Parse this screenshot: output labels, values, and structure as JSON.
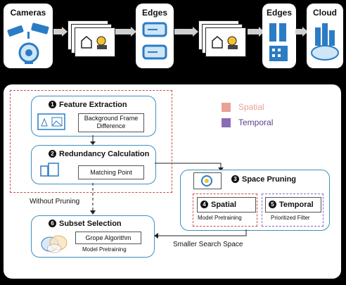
{
  "top": {
    "cameras": "Cameras",
    "frames_left_caption": "",
    "edges_1": "Edges",
    "arrow_label_1": "",
    "frames_right_caption": "",
    "edges_2": "Edges",
    "cloud": "Cloud"
  },
  "legend": {
    "spatial": "Spatial",
    "temporal": "Temporal",
    "spatial_color": "#e8a195",
    "temporal_color": "#8a6bb5"
  },
  "modules": {
    "feature_extraction": {
      "num": "1",
      "title": "Feature Extraction",
      "inner": "Background Frame Difference"
    },
    "redundancy_calculation": {
      "num": "2",
      "title": "Redundancy Calculation",
      "inner": "Matching Point"
    },
    "space_pruning": {
      "num": "3",
      "title": "Space Pruning"
    },
    "spatial": {
      "num": "4",
      "title": "Spatial",
      "caption": "Model Pretraining"
    },
    "temporal": {
      "num": "5",
      "title": "Temporal",
      "caption": "Prioritized Filter"
    },
    "subset_selection": {
      "num": "6",
      "title": "Subset Selection",
      "inner": "Grope Algorithm",
      "caption": "Model Pretraining"
    }
  },
  "labels": {
    "without_pruning": "Without Pruning",
    "smaller_search_space": "Smaller Search Space",
    "bottom_caption": ""
  },
  "colors": {
    "accent": "#3d8fbf",
    "arrow": "#cfcfcf",
    "dashed_red": "#c0504d"
  }
}
